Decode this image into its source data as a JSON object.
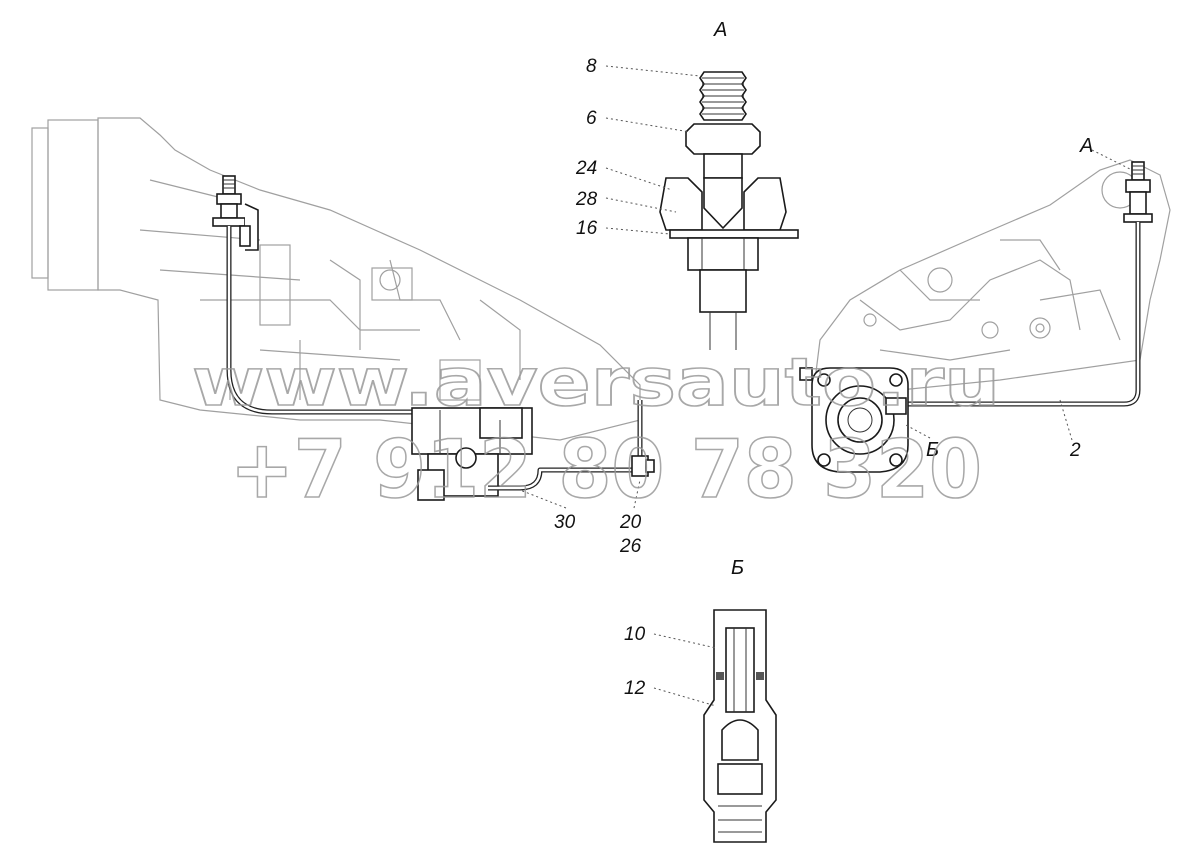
{
  "diagram": {
    "views": {
      "view_a_label": "А",
      "view_b_label": "Б",
      "main_a_label": "А",
      "main_b_label": "Б"
    },
    "callouts": {
      "c8": "8",
      "c6": "6",
      "c24": "24",
      "c28": "28",
      "c16": "16",
      "c2": "2",
      "c30": "30",
      "c20": "20",
      "c26": "26",
      "c10": "10",
      "c12": "12"
    },
    "watermark": {
      "site": "www.aversauto.ru",
      "phone": "+7 912 80 78 320"
    }
  }
}
